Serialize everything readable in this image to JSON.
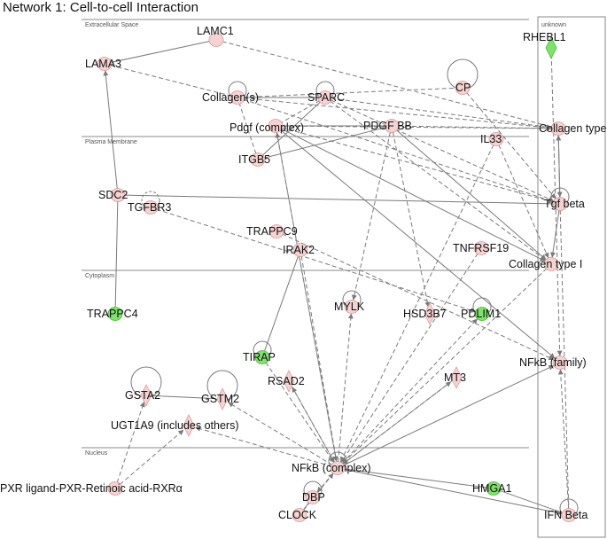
{
  "title": "Network 1: Cell-to-cell Interaction",
  "layers": {
    "extracellular": "Extracellular Space",
    "plasma": "Plasma Membrane",
    "cytoplasm": "Cytoplasm",
    "nucleus": "Nucleus",
    "unknown": "unknown"
  },
  "colors": {
    "pink": "#f6d3d3",
    "pink_stroke": "#d49a9a",
    "green": "#7fe36b",
    "green_stroke": "#4bb33a",
    "edge": "#7a7a7a",
    "layer_line": "#888888"
  },
  "nodes": [
    {
      "id": "LAMC1",
      "label": "LAMC1",
      "shape": "circle",
      "color": "pink"
    },
    {
      "id": "LAMA3",
      "label": "LAMA3",
      "shape": "circle",
      "color": "pink"
    },
    {
      "id": "RHEBL1",
      "label": "RHEBL1",
      "shape": "diamond",
      "color": "green"
    },
    {
      "id": "CP",
      "label": "CP",
      "shape": "circle",
      "color": "pink"
    },
    {
      "id": "Collagens",
      "label": "Collagen(s)",
      "shape": "circle",
      "color": "pink"
    },
    {
      "id": "SPARC",
      "label": "SPARC",
      "shape": "circle",
      "color": "pink"
    },
    {
      "id": "Pdgf",
      "label": "Pdgf (complex)",
      "shape": "circle",
      "color": "pink"
    },
    {
      "id": "PDGFBB",
      "label": "PDGF BB",
      "shape": "circle",
      "color": "pink"
    },
    {
      "id": "CollagenIV",
      "label": "Collagen type IV",
      "shape": "circle",
      "color": "pink"
    },
    {
      "id": "IL33",
      "label": "IL33",
      "shape": "circle",
      "color": "pink"
    },
    {
      "id": "ITGB5",
      "label": "ITGB5",
      "shape": "circle",
      "color": "pink"
    },
    {
      "id": "SDC2",
      "label": "SDC2",
      "shape": "circle",
      "color": "pink"
    },
    {
      "id": "TGFBR3",
      "label": "TGFBR3",
      "shape": "circle",
      "color": "pink"
    },
    {
      "id": "Tgfbeta",
      "label": "Tgf beta",
      "shape": "circle",
      "color": "pink"
    },
    {
      "id": "TRAPPC9",
      "label": "TRAPPC9",
      "shape": "circle",
      "color": "pink"
    },
    {
      "id": "IRAK2",
      "label": "IRAK2",
      "shape": "circle",
      "color": "pink"
    },
    {
      "id": "TNFRSF19",
      "label": "TNFRSF19",
      "shape": "circle",
      "color": "pink"
    },
    {
      "id": "CollagenI",
      "label": "Collagen type I",
      "shape": "circle",
      "color": "pink"
    },
    {
      "id": "TRAPPC4",
      "label": "TRAPPC4",
      "shape": "circle",
      "color": "green"
    },
    {
      "id": "MYLK",
      "label": "MYLK",
      "shape": "circle",
      "color": "pink"
    },
    {
      "id": "HSD3B7",
      "label": "HSD3B7",
      "shape": "diamond",
      "color": "pink"
    },
    {
      "id": "PDLIM1",
      "label": "PDLIM1",
      "shape": "circle",
      "color": "green"
    },
    {
      "id": "TIRAP",
      "label": "TIRAP",
      "shape": "circle",
      "color": "green"
    },
    {
      "id": "NFkBfamily",
      "label": "NFkB (family)",
      "shape": "circle",
      "color": "pink"
    },
    {
      "id": "RSAD2",
      "label": "RSAD2",
      "shape": "diamond",
      "color": "pink"
    },
    {
      "id": "MT3",
      "label": "MT3",
      "shape": "diamond",
      "color": "pink"
    },
    {
      "id": "GSTA2",
      "label": "GSTA2",
      "shape": "diamond",
      "color": "pink"
    },
    {
      "id": "GSTM2",
      "label": "GSTM2",
      "shape": "diamond",
      "color": "pink"
    },
    {
      "id": "UGT1A9",
      "label": "UGT1A9 (includes others)",
      "shape": "diamond",
      "color": "pink"
    },
    {
      "id": "NFkBcomplex",
      "label": "NFkB (complex)",
      "shape": "circle",
      "color": "pink"
    },
    {
      "id": "PXR",
      "label": "PXR ligand-PXR-Retinoic acid-RXRα",
      "shape": "circle",
      "color": "pink"
    },
    {
      "id": "DBP",
      "label": "DBP",
      "shape": "circle",
      "color": "pink"
    },
    {
      "id": "HMGA1",
      "label": "HMGA1",
      "shape": "circle",
      "color": "green"
    },
    {
      "id": "CLOCK",
      "label": "CLOCK",
      "shape": "circle",
      "color": "pink"
    },
    {
      "id": "IFNbeta",
      "label": "IFN Beta",
      "shape": "circle",
      "color": "pink"
    }
  ],
  "edges": [
    {
      "from": "LAMA3",
      "to": "LAMC1",
      "style": "solid",
      "arrow": false
    },
    {
      "from": "SDC2",
      "to": "LAMA3",
      "style": "solid",
      "arrow": true
    },
    {
      "from": "SDC2",
      "to": "TRAPPC4",
      "style": "solid",
      "arrow": false
    },
    {
      "from": "SDC2",
      "to": "Tgfbeta",
      "style": "solid",
      "arrow": false
    },
    {
      "from": "LAMC1",
      "to": "CollagenIV",
      "style": "dashed",
      "arrow": false
    },
    {
      "from": "LAMA3",
      "to": "Collagens",
      "style": "dashed",
      "arrow": false
    },
    {
      "from": "Collagens",
      "to": "SPARC",
      "style": "solid",
      "arrow": false
    },
    {
      "from": "Collagens",
      "to": "CP",
      "style": "dashed",
      "arrow": false
    },
    {
      "from": "Collagens",
      "to": "CollagenIV",
      "style": "dashed",
      "arrow": true
    },
    {
      "from": "Collagens",
      "to": "Tgfbeta",
      "style": "dashed",
      "arrow": true
    },
    {
      "from": "SPARC",
      "to": "CollagenIV",
      "style": "dashed",
      "arrow": true
    },
    {
      "from": "SPARC",
      "to": "Tgfbeta",
      "style": "dashed",
      "arrow": true
    },
    {
      "from": "SPARC",
      "to": "Pdgf",
      "style": "dashed",
      "arrow": false
    },
    {
      "from": "SPARC",
      "to": "CollagenI",
      "style": "dashed",
      "arrow": true
    },
    {
      "from": "Pdgf",
      "to": "PDGFBB",
      "style": "solid",
      "arrow": false
    },
    {
      "from": "Pdgf",
      "to": "CollagenIV",
      "style": "dashed",
      "arrow": true
    },
    {
      "from": "Pdgf",
      "to": "Tgfbeta",
      "style": "dashed",
      "arrow": true
    },
    {
      "from": "Pdgf",
      "to": "NFkBfamily",
      "style": "solid",
      "arrow": true
    },
    {
      "from": "Pdgf",
      "to": "CollagenI",
      "style": "solid",
      "arrow": true
    },
    {
      "from": "Pdgf",
      "to": "NFkBcomplex",
      "style": "dashed",
      "arrow": true
    },
    {
      "from": "PDGFBB",
      "to": "CollagenIV",
      "style": "dashed",
      "arrow": true
    },
    {
      "from": "PDGFBB",
      "to": "HSD3B7",
      "style": "dashed",
      "arrow": true
    },
    {
      "from": "PDGFBB",
      "to": "MYLK",
      "style": "dashed",
      "arrow": true
    },
    {
      "from": "PDGFBB",
      "to": "CollagenI",
      "style": "solid",
      "arrow": true
    },
    {
      "from": "ITGB5",
      "to": "Collagens",
      "style": "dashed",
      "arrow": false
    },
    {
      "from": "ITGB5",
      "to": "SPARC",
      "style": "solid",
      "arrow": false
    },
    {
      "from": "ITGB5",
      "to": "PDGFBB",
      "style": "solid",
      "arrow": false
    },
    {
      "from": "CP",
      "to": "Tgfbeta",
      "style": "dashed",
      "arrow": true
    },
    {
      "from": "RHEBL1",
      "to": "NFkBfamily",
      "style": "dashed",
      "arrow": true
    },
    {
      "from": "CollagenIV",
      "to": "Tgfbeta",
      "style": "solid",
      "arrow": true
    },
    {
      "from": "Tgfbeta",
      "to": "CollagenIV",
      "style": "solid",
      "arrow": true
    },
    {
      "from": "Tgfbeta",
      "to": "CollagenI",
      "style": "solid",
      "arrow": true
    },
    {
      "from": "Tgfbeta",
      "to": "IFNbeta",
      "style": "dashed",
      "arrow": false
    },
    {
      "from": "IL33",
      "to": "CollagenI",
      "style": "dashed",
      "arrow": true
    },
    {
      "from": "IL33",
      "to": "NFkBcomplex",
      "style": "dashed",
      "arrow": true
    },
    {
      "from": "TGFBR3",
      "to": "PDLIM1",
      "style": "dashed",
      "arrow": true
    },
    {
      "from": "TRAPPC9",
      "to": "NFkBfamily",
      "style": "dashed",
      "arrow": true
    },
    {
      "from": "IRAK2",
      "to": "TIRAP",
      "style": "solid",
      "arrow": false
    },
    {
      "from": "IRAK2",
      "to": "NFkBcomplex",
      "style": "dashed",
      "arrow": true
    },
    {
      "from": "TNFRSF19",
      "to": "NFkBcomplex",
      "style": "dashed",
      "arrow": true
    },
    {
      "from": "CollagenI",
      "to": "NFkBcomplex",
      "style": "dashed",
      "arrow": true
    },
    {
      "from": "TIRAP",
      "to": "NFkBcomplex",
      "style": "dashed",
      "arrow": true
    },
    {
      "from": "RSAD2",
      "to": "NFkBcomplex",
      "style": "dashed",
      "arrow": true
    },
    {
      "from": "MT3",
      "to": "NFkBcomplex",
      "style": "dashed",
      "arrow": true
    },
    {
      "from": "NFkBcomplex",
      "to": "MYLK",
      "style": "dashed",
      "arrow": true
    },
    {
      "from": "NFkBcomplex",
      "to": "PDLIM1",
      "style": "dashed",
      "arrow": true
    },
    {
      "from": "NFkBcomplex",
      "to": "MT3",
      "style": "dashed",
      "arrow": true
    },
    {
      "from": "NFkBcomplex",
      "to": "NFkBfamily",
      "style": "solid",
      "arrow": true
    },
    {
      "from": "NFkBcomplex",
      "to": "HMGA1",
      "style": "solid",
      "arrow": false
    },
    {
      "from": "NFkBcomplex",
      "to": "IFNbeta",
      "style": "solid",
      "arrow": true
    },
    {
      "from": "NFkBcomplex",
      "to": "DBP",
      "style": "dashed",
      "arrow": true
    },
    {
      "from": "NFkBcomplex",
      "to": "RSAD2",
      "style": "dashed",
      "arrow": true
    },
    {
      "from": "NFkBcomplex",
      "to": "GSTM2",
      "style": "dashed",
      "arrow": true
    },
    {
      "from": "PXR",
      "to": "UGT1A9",
      "style": "dashed",
      "arrow": true
    },
    {
      "from": "PXR",
      "to": "GSTA2",
      "style": "dashed",
      "arrow": true
    },
    {
      "from": "GSTA2",
      "to": "GSTM2",
      "style": "solid",
      "arrow": false
    },
    {
      "from": "DBP",
      "to": "CLOCK",
      "style": "solid",
      "arrow": false
    },
    {
      "from": "CLOCK",
      "to": "NFkBcomplex",
      "style": "dashed",
      "arrow": true
    },
    {
      "from": "HMGA1",
      "to": "IFNbeta",
      "style": "solid",
      "arrow": false
    },
    {
      "from": "IFNbeta",
      "to": "NFkBfamily",
      "style": "dashed",
      "arrow": true
    },
    {
      "from": "NFkBcomplex",
      "to": "Pdgf",
      "style": "dashed",
      "arrow": true
    },
    {
      "from": "NFkBcomplex",
      "to": "UGT1A9",
      "style": "dashed",
      "arrow": true
    }
  ]
}
